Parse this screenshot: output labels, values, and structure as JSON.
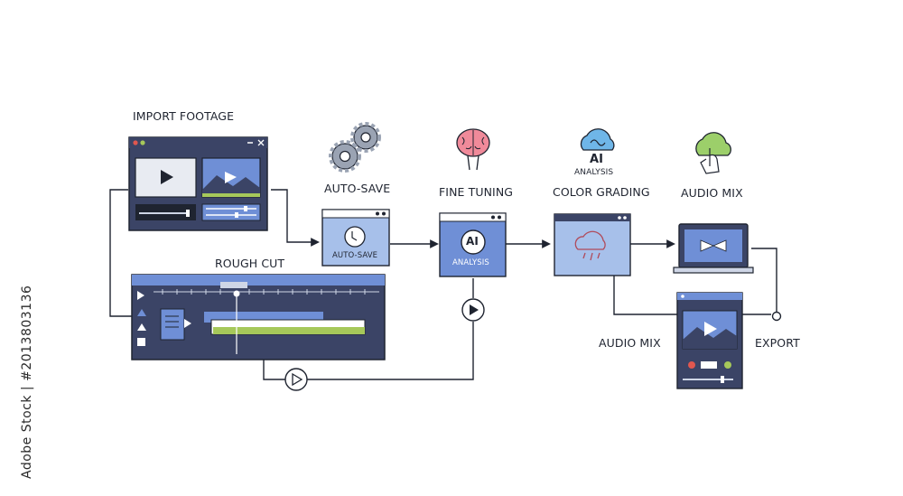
{
  "diagram": {
    "labels": {
      "import_footage": "IMPORT FOOTAGE",
      "rough_cut": "ROUGH CUT",
      "auto_save": "AUTO-SAVE",
      "auto_save_inner": "AUTO-SAVE",
      "fine_tuning": "FINE TUNING",
      "ai_badge": "AI",
      "ai_inner_sub": "ANALYSIS",
      "color_grading": "COLOR GRADING",
      "ai_analysis_top": "AI",
      "ai_analysis_top_sub": "ANALYSIS",
      "audio_mix_top": "AUDIO MIX",
      "audio_mix_bottom": "AUDIO MIX",
      "export": "EXPORT"
    },
    "icons": [
      "gears-icon",
      "brain-icon",
      "cloud-wave-icon",
      "cloud-touch-icon",
      "play-icon",
      "laptop-icon",
      "player-window-icon"
    ],
    "colors": {
      "outline": "#1f2430",
      "window_dark": "#3b4466",
      "window_blue": "#6f8fd6",
      "window_light": "#a7c0ea",
      "accent_green": "#a6c85a",
      "accent_red": "#e0574f",
      "brain_pink": "#f08a9a",
      "cloud_green": "#9ccf6a",
      "cloud_blue": "#6fb6e8"
    }
  },
  "watermark": {
    "side_credit": "Adobe Stock | #201380313​6"
  }
}
